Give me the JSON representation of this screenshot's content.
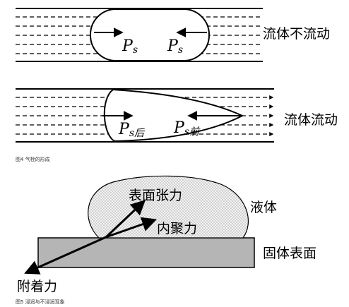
{
  "figure4": {
    "left_p1": "P",
    "left_p1_sub": "s",
    "left_p2": "P",
    "left_p2_sub": "s",
    "label_still": "流体不流动",
    "right_p1": "P",
    "right_p1_sub": "s后",
    "right_p2": "P",
    "right_p2_sub": "s前",
    "label_flow": "流体流动",
    "caption": "图4 气栓的形成"
  },
  "figure5": {
    "surface_tension": "表面张力",
    "cohesion": "内聚力",
    "liquid": "液体",
    "solid_surface": "固体表面",
    "adhesion": "附着力",
    "caption": "图5 浸润与不浸润现象"
  }
}
